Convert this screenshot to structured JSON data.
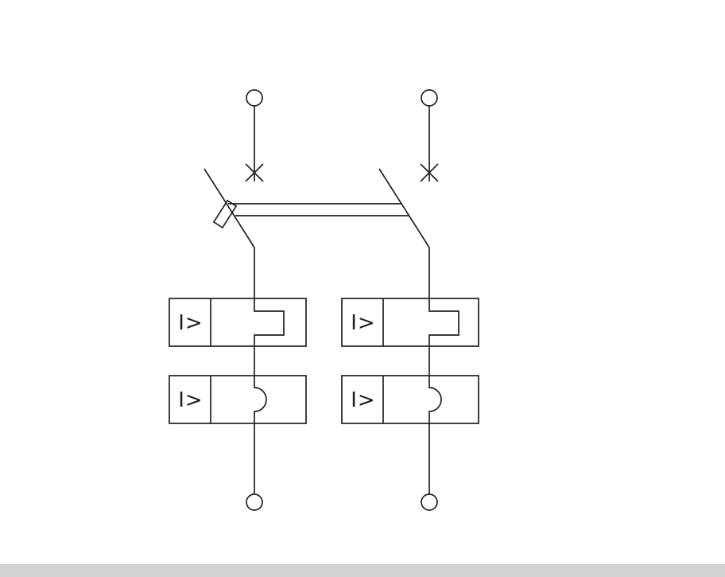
{
  "diagram": {
    "line_color": "#231f20",
    "background_color": "#ffffff",
    "footer_bar_color": "#d2d2d2",
    "poles": [
      {
        "id": "pole-1",
        "releases": [
          {
            "label": "I>",
            "kind": "magnetic-overcurrent-release"
          },
          {
            "label": "I>",
            "kind": "thermal-overcurrent-release"
          }
        ]
      },
      {
        "id": "pole-2",
        "releases": [
          {
            "label": "I>",
            "kind": "magnetic-overcurrent-release"
          },
          {
            "label": "I>",
            "kind": "thermal-overcurrent-release"
          }
        ]
      }
    ]
  }
}
